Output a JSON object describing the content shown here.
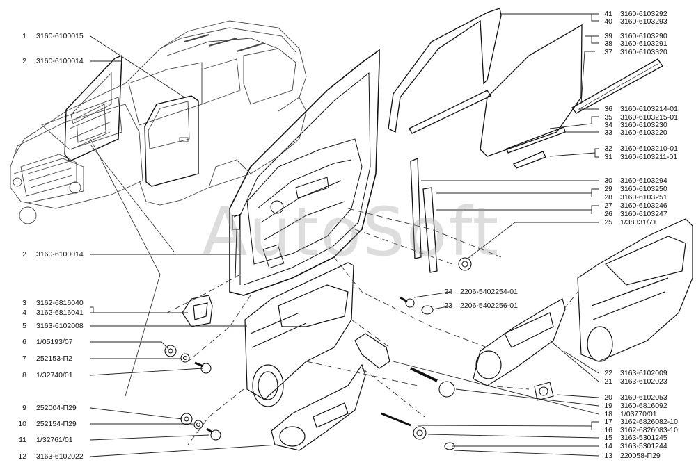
{
  "watermark": "AutoSoft",
  "left_labels": [
    {
      "num": "1",
      "code": "3160-6100015"
    },
    {
      "num": "2",
      "code": "3160-6100014"
    },
    {
      "num": "2",
      "code": "3160-6100014"
    },
    {
      "num": "3",
      "code": "3162-6816040"
    },
    {
      "num": "4",
      "code": "3162-6816041"
    },
    {
      "num": "5",
      "code": "3163-6102008"
    },
    {
      "num": "6",
      "code": "1/05193/07"
    },
    {
      "num": "7",
      "code": "252153-П2"
    },
    {
      "num": "8",
      "code": "1/32740/01"
    },
    {
      "num": "9",
      "code": "252004-П29"
    },
    {
      "num": "10",
      "code": "252154-П29"
    },
    {
      "num": "11",
      "code": "1/32761/01"
    },
    {
      "num": "12",
      "code": "3163-6102022"
    }
  ],
  "right_labels": [
    {
      "num": "41",
      "code": "3160-6103292"
    },
    {
      "num": "40",
      "code": "3160-6103293"
    },
    {
      "num": "39",
      "code": "3160-6103290"
    },
    {
      "num": "38",
      "code": "3160-6103291"
    },
    {
      "num": "37",
      "code": "3160-6103320"
    },
    {
      "num": "36",
      "code": "3160-6103214-01"
    },
    {
      "num": "35",
      "code": "3160-6103215-01"
    },
    {
      "num": "34",
      "code": "3160-6103230"
    },
    {
      "num": "33",
      "code": "3160-6103220"
    },
    {
      "num": "32",
      "code": "3160-6103210-01"
    },
    {
      "num": "31",
      "code": "3160-6103211-01"
    },
    {
      "num": "30",
      "code": "3160-6103294"
    },
    {
      "num": "29",
      "code": "3160-6103250"
    },
    {
      "num": "28",
      "code": "3160-6103251"
    },
    {
      "num": "27",
      "code": "3160-6103246"
    },
    {
      "num": "26",
      "code": "3160-6103247"
    },
    {
      "num": "25",
      "code": "1/38331/71"
    },
    {
      "num": "22",
      "code": "3163-6102009"
    },
    {
      "num": "21",
      "code": "3163-6102023"
    },
    {
      "num": "20",
      "code": "3160-6102053"
    },
    {
      "num": "19",
      "code": "3160-6816092"
    },
    {
      "num": "18",
      "code": "1/03770/01"
    },
    {
      "num": "17",
      "code": "3162-6826082-10"
    },
    {
      "num": "16",
      "code": "3162-6826083-10"
    },
    {
      "num": "15",
      "code": "3163-5301245"
    },
    {
      "num": "14",
      "code": "3163-5301244"
    },
    {
      "num": "13",
      "code": "220058-П29"
    }
  ],
  "mid_labels": [
    {
      "num": "24",
      "code": "2206-5402254-01"
    },
    {
      "num": "23",
      "code": "2206-5402256-01"
    }
  ]
}
